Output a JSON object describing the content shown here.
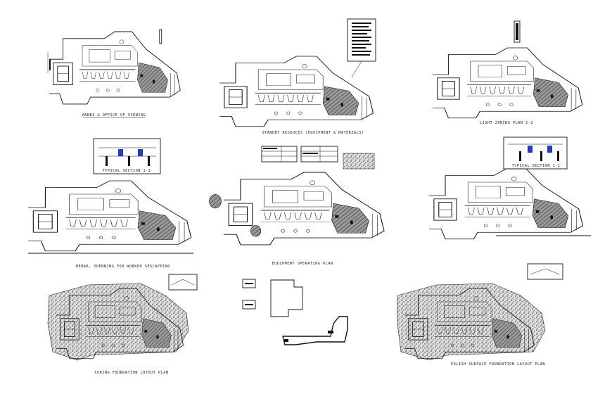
{
  "sheet": {
    "plans": [
      {
        "id": "p1",
        "caption": "ANNEX & OFFICE OF VIEWING"
      },
      {
        "id": "p2",
        "caption": "STANDBY RESOUCES (EQUIPMENT & MATERIALS)"
      },
      {
        "id": "p3",
        "caption": "LIGHT ZONING PLAN 2-2"
      },
      {
        "id": "p4",
        "caption": "REBAR, OPENNING FOR WORKER SESCAPPING",
        "detail_caption": "TYPICAL SECTION 1-1"
      },
      {
        "id": "p5",
        "caption": "EQUIPMENT OPERATING PLAN"
      },
      {
        "id": "p6",
        "caption": "",
        "detail_caption": "TYPICAL SECTION 1-1"
      },
      {
        "id": "p7",
        "caption": "CURING FOUNDATION LAYOUT PLAN"
      },
      {
        "id": "p8",
        "caption": ""
      },
      {
        "id": "p9",
        "caption": "POLISH SURFACE FOUNDATION LAYOUT PLAN"
      }
    ],
    "colors": {
      "line": "#111111",
      "background": "#ffffff",
      "accent": "#1f3bd6"
    }
  }
}
